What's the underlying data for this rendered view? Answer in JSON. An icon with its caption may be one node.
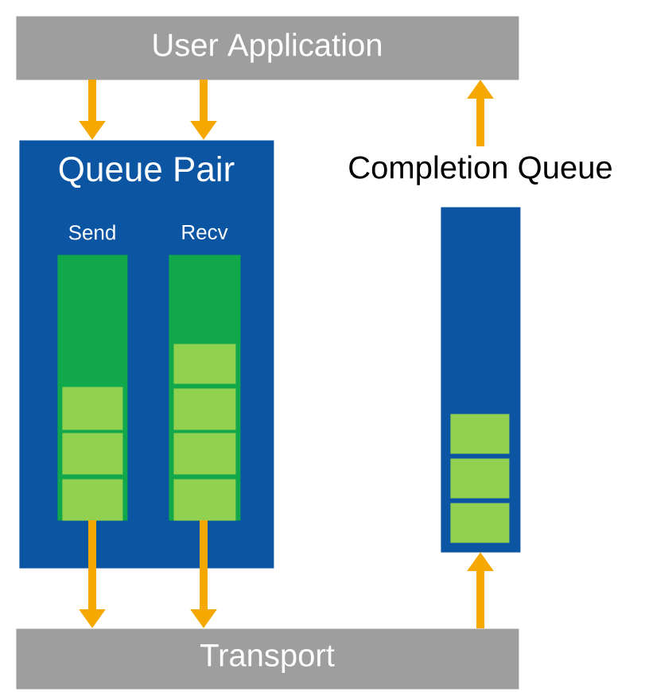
{
  "diagram": {
    "nodes": [
      {
        "text": [
          "User Application"
        ]
      },
      {
        "text": [
          "Queue Pair"
        ]
      },
      {
        "text": [
          "Send"
        ],
        "in": 1
      },
      {
        "text": [],
        "shape": "box",
        "in": 2
      },
      {
        "text": [],
        "shape": "box",
        "in": 2
      },
      {
        "text": [],
        "shape": "box",
        "in": 2
      },
      {
        "text": [
          "Recv"
        ],
        "in": 1
      },
      {
        "text": [],
        "shape": "box",
        "in": 6
      },
      {
        "text": [],
        "shape": "box",
        "in": 6
      },
      {
        "text": [],
        "shape": "box",
        "in": 6
      },
      {
        "text": [],
        "shape": "box",
        "in": 6
      },
      {
        "text": [
          "Completion Queue"
        ]
      },
      {
        "text": [],
        "shape": "box",
        "in": 11
      },
      {
        "text": [],
        "shape": "box",
        "in": 11
      },
      {
        "text": [],
        "shape": "box",
        "in": 11
      },
      {
        "text": [
          "Transport"
        ]
      }
    ],
    "edges": [
      {
        "from": 0,
        "to": 1,
        "arrow": "to"
      },
      {
        "from": 0,
        "to": 1,
        "arrow": "to"
      },
      {
        "from": 2,
        "to": 15,
        "arrow": "to"
      },
      {
        "from": 6,
        "to": 15,
        "arrow": "to"
      },
      {
        "from": 15,
        "to": 11,
        "arrow": "to"
      },
      {
        "from": 11,
        "to": 0,
        "arrow": "to"
      }
    ]
  }
}
